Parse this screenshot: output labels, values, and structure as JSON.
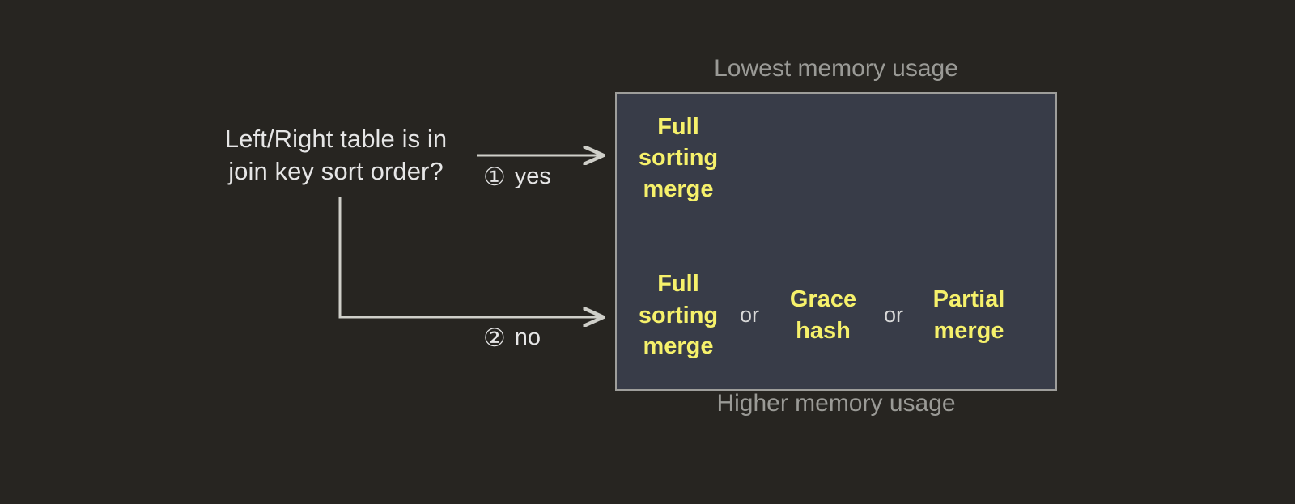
{
  "colors": {
    "background": "#272521",
    "box_fill": "#383c48",
    "box_border": "#9e9e9b",
    "option_text": "#f6f16b",
    "body_text": "#e6e6e6",
    "caption_text": "#9a9a96",
    "connector": "#cfcfc9"
  },
  "decision": {
    "question_line1": "Left/Right table is in",
    "question_line2": "join key sort order?"
  },
  "branches": [
    {
      "id": "yes",
      "marker": "①",
      "label": "yes"
    },
    {
      "id": "no",
      "marker": "②",
      "label": "no"
    }
  ],
  "captions": {
    "top": "Lowest memory usage",
    "bottom": "Higher memory usage"
  },
  "options": {
    "yes_row": [
      {
        "text": "Full\nsorting\nmerge"
      }
    ],
    "no_row": [
      {
        "text": "Full\nsorting\nmerge"
      },
      {
        "text": "Grace\nhash"
      },
      {
        "text": "Partial\nmerge"
      }
    ],
    "separator": "or"
  }
}
